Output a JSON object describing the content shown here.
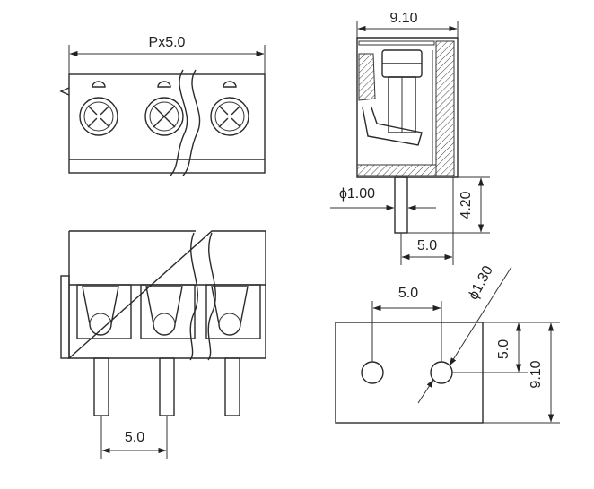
{
  "drawing": {
    "top_view": {
      "pitch_label": "Px5.0"
    },
    "front_view": {
      "pitch_label": "5.0"
    },
    "side_view": {
      "width_label": "9.10",
      "pin_diameter_label": "ϕ1.00",
      "pin_length_label": "4.20",
      "pin_offset_label": "5.0"
    },
    "pcb_footprint": {
      "hole_spacing_label": "5.0",
      "hole_diameter_label": "ϕ1.30",
      "row_offset_label": "5.0",
      "depth_label": "9.10"
    }
  },
  "colors": {
    "ink": "#222222",
    "paper": "#ffffff",
    "hatch": "#444444"
  }
}
